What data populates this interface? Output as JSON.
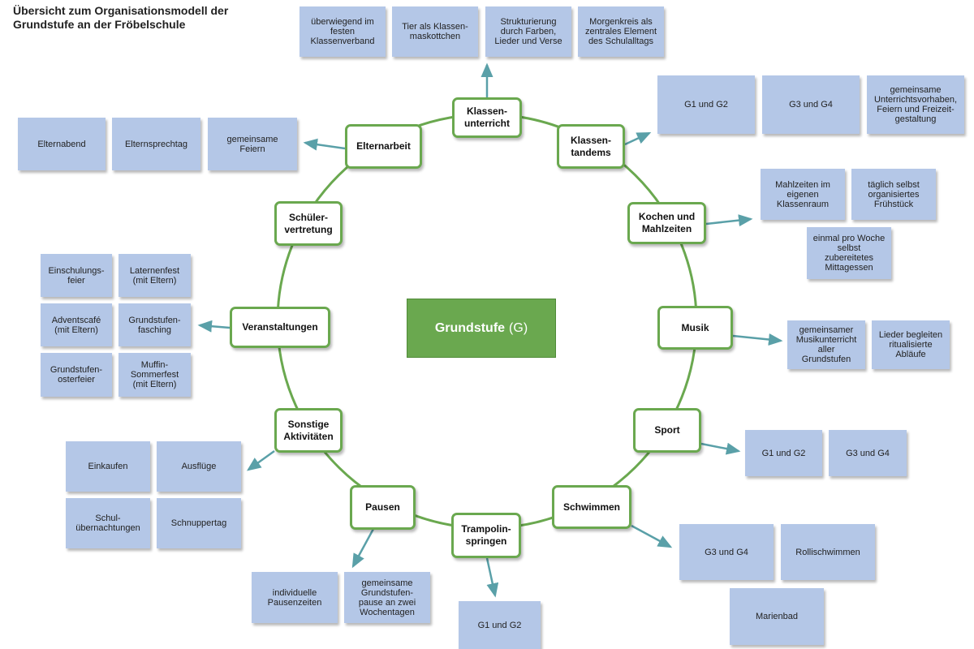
{
  "title": {
    "line1": "Übersicht zum Organisationsmodell der",
    "line2": "Grundstufe an der Fröbelschule"
  },
  "center": {
    "label": "Grundstufe",
    "suffix": "(G)"
  },
  "colors": {
    "node_border": "#6aa84f",
    "center_fill": "#6aa84f",
    "box_fill": "#b4c7e7",
    "line": "#5aa0a8"
  },
  "nodes": {
    "klassenunterricht": "Klassen-\nunterricht",
    "klassentandems": "Klassen-\ntandems",
    "kochen": "Kochen und\nMahlzeiten",
    "musik": "Musik",
    "sport": "Sport",
    "schwimmen": "Schwimmen",
    "trampolin": "Trampolin-\nspringen",
    "pausen": "Pausen",
    "sonstige": "Sonstige\nAktivitäten",
    "veranstaltungen": "Veranstaltungen",
    "schuelervertretung": "Schüler-\nvertretung",
    "elternarbeit": "Elternarbeit"
  },
  "boxes": {
    "klassenunterricht": [
      "überwiegend im\nfesten\nKlassenverband",
      "Tier als Klassen-\nmaskottchen",
      "Strukturierung\ndurch Farben,\nLieder und Verse",
      "Morgenkreis als\nzentrales Element\ndes Schulalltags"
    ],
    "klassentandems": [
      "G1 und G2",
      "G3 und G4",
      "gemeinsame\nUnterrichtsvorhaben,\nFeiern und Freizeit-\ngestaltung"
    ],
    "kochen": [
      "Mahlzeiten im\neigenen\nKlassenraum",
      "täglich selbst\norganisiertes\nFrühstück",
      "einmal pro Woche\nselbst\nzubereitetes\nMittagessen"
    ],
    "musik": [
      "gemeinsamer\nMusikunterricht\naller\nGrundstufen",
      "Lieder begleiten\nritualisierte\nAbläufe"
    ],
    "sport": [
      "G1 und G2",
      "G3 und G4"
    ],
    "schwimmen": [
      "G3 und G4",
      "Rollischwimmen",
      "Marienbad"
    ],
    "trampolin": [
      "G1 und G2"
    ],
    "pausen": [
      "individuelle\nPausenzeiten",
      "gemeinsame\nGrundstufen-\npause an zwei\nWochentagen"
    ],
    "sonstige": [
      "Einkaufen",
      "Ausflüge",
      "Schul-\nübernachtungen",
      "Schnuppertag"
    ],
    "veranstaltungen": [
      "Einschulungs-\nfeier",
      "Laternenfest\n(mit Eltern)",
      "Adventscafé\n(mit Eltern)",
      "Grundstufen-\nfasching",
      "Grundstufen-\nosterfeier",
      "Muffin-\nSommerfest\n(mit Eltern)"
    ],
    "elternarbeit": [
      "Elternabend",
      "Elternsprechtag",
      "gemeinsame\nFeiern"
    ]
  }
}
